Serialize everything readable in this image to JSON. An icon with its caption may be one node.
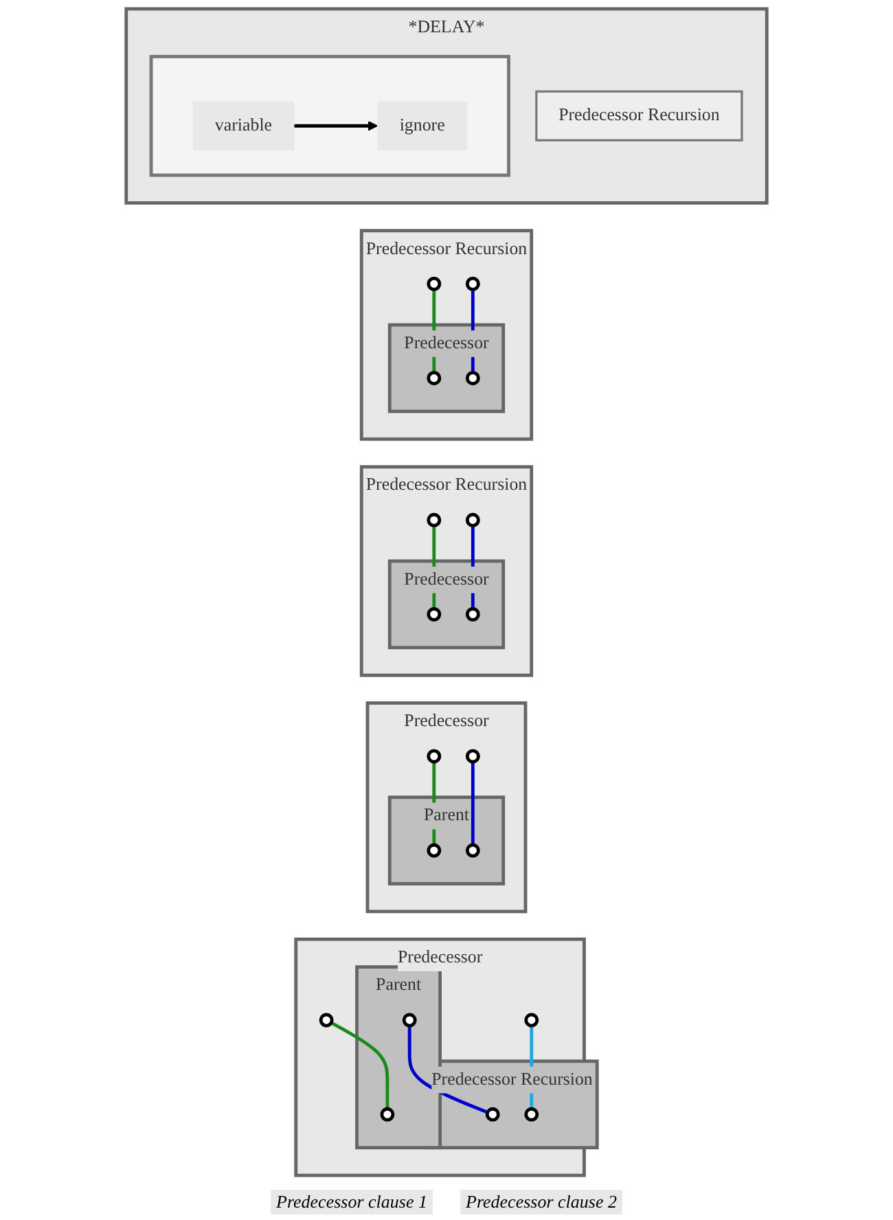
{
  "diagram": {
    "nodes": [
      {
        "text": [
          "Predecessor"
        ]
      },
      {
        "text": [],
        "shape": "circle",
        "in": 0
      },
      {
        "text": [],
        "shape": "circle",
        "in": 0
      },
      {
        "text": [
          "Parent"
        ],
        "in": 0
      },
      {
        "text": [],
        "shape": "circle",
        "in": 3
      },
      {
        "text": [],
        "shape": "circle",
        "in": 3
      },
      {
        "text": [
          "Predecessor Recursion"
        ],
        "in": 0
      },
      {
        "text": [],
        "shape": "circle",
        "in": 6
      },
      {
        "text": [],
        "shape": "circle",
        "in": 6
      },
      {
        "text": [
          "Predecessor"
        ]
      },
      {
        "text": [],
        "shape": "circle",
        "in": 9
      },
      {
        "text": [],
        "shape": "circle",
        "in": 9
      },
      {
        "text": [
          "Parent"
        ],
        "in": 9
      },
      {
        "text": [],
        "shape": "circle",
        "in": 12
      },
      {
        "text": [],
        "shape": "circle",
        "in": 12
      },
      {
        "text": [
          "Predecessor Recursion"
        ]
      },
      {
        "text": [],
        "shape": "circle",
        "in": 15
      },
      {
        "text": [],
        "shape": "circle",
        "in": 15
      },
      {
        "text": [
          "Predecessor"
        ],
        "in": 15
      },
      {
        "text": [],
        "shape": "circle",
        "in": 18
      },
      {
        "text": [],
        "shape": "circle",
        "in": 18
      },
      {
        "text": [
          "Predecessor Recursion"
        ]
      },
      {
        "text": [],
        "shape": "circle",
        "in": 21
      },
      {
        "text": [],
        "shape": "circle",
        "in": 21
      },
      {
        "text": [
          "Predecessor"
        ],
        "in": 21
      },
      {
        "text": [],
        "shape": "circle",
        "in": 24
      },
      {
        "text": [],
        "shape": "circle",
        "in": 24
      },
      {
        "text": [
          "*DELAY*"
        ]
      },
      {
        "text": [
          "Predecessor Recursion"
        ],
        "in": 27
      },
      {
        "text": [],
        "shape": "box",
        "in": 27
      },
      {
        "text": [
          "variable"
        ],
        "in": 29
      },
      {
        "text": [
          "ignore"
        ],
        "in": 29
      }
    ],
    "edges": [
      {
        "from": 1,
        "to": 4,
        "arrow": "none",
        "color": "#1a8a1a"
      },
      {
        "from": 2,
        "to": 8,
        "arrow": "none",
        "color": "#1fa8e0"
      },
      {
        "from": 5,
        "to": 7,
        "arrow": "none",
        "color": "#0000cc"
      },
      {
        "from": 10,
        "to": 13,
        "arrow": "none",
        "color": "#1a8a1a"
      },
      {
        "from": 11,
        "to": 14,
        "arrow": "none",
        "color": "#0000cc"
      },
      {
        "from": 16,
        "to": 19,
        "arrow": "none",
        "color": "#1a8a1a"
      },
      {
        "from": 17,
        "to": 20,
        "arrow": "none",
        "color": "#0000cc"
      },
      {
        "from": 22,
        "to": 25,
        "arrow": "none",
        "color": "#1a8a1a"
      },
      {
        "from": 23,
        "to": 26,
        "arrow": "none",
        "color": "#0000cc"
      },
      {
        "from": 30,
        "to": 31,
        "arrow": "to",
        "color": "#000000"
      }
    ],
    "labels": [
      "Predecessor clause 1",
      "Predecessor clause 2"
    ]
  }
}
